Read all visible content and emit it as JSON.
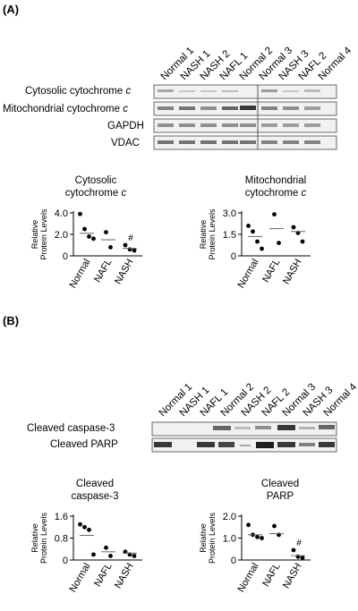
{
  "panel_a": {
    "label": "(A)",
    "lanes": [
      "Normal 1",
      "NASH 1",
      "NASH 2",
      "NAFL 1",
      "Normal 2",
      "Normal 3",
      "NASH 3",
      "NAFL 2",
      "Normal 4"
    ],
    "blot_rows": [
      {
        "label": "Cytosolic cytochrome ",
        "italic": "c"
      },
      {
        "label": "Mitochondrial cytochrome ",
        "italic": "c"
      },
      {
        "label": "GAPDH",
        "italic": ""
      },
      {
        "label": "VDAC",
        "italic": ""
      }
    ]
  },
  "panel_b": {
    "label": "(B)",
    "lanes": [
      "Normal 1",
      "NASH 1",
      "NAFL 1",
      "Normal 2",
      "NASH 2",
      "NAFL 2",
      "Normal 3",
      "NASH 3",
      "Normal 4"
    ],
    "blot_rows": [
      {
        "label": "Cleaved caspase-3",
        "italic": ""
      },
      {
        "label": "Cleaved PARP",
        "italic": ""
      }
    ]
  },
  "chart_data": [
    {
      "type": "scatter",
      "title": "Cytosolic cytochrome c",
      "title_lines": [
        "Cytosolic",
        "cytochrome "
      ],
      "title_italic": "c",
      "ylabel": "Relative Protein Levels",
      "ylabel_lines": [
        "Relative",
        "Protein Levels"
      ],
      "ylim": [
        0,
        4.0
      ],
      "yticks": [
        0,
        2.0,
        4.0
      ],
      "ytick_labels": [
        "0",
        "2.0",
        "4.0"
      ],
      "categories": [
        "Normal",
        "NAFL",
        "NASH"
      ],
      "points": [
        [
          3.9,
          2.5,
          1.8,
          1.6
        ],
        [
          2.2,
          0.8
        ],
        [
          1.0,
          0.6,
          0.5
        ]
      ],
      "means": [
        2.1,
        1.5,
        0.7
      ],
      "annotations": [
        {
          "category": "NASH",
          "text": "#"
        }
      ]
    },
    {
      "type": "scatter",
      "title": "Mitochondrial cytochrome c",
      "title_lines": [
        "Mitochondrial",
        "cytochrome "
      ],
      "title_italic": "c",
      "ylabel": "Relative Protein Levels",
      "ylabel_lines": [
        "Relative",
        "Protein Levels"
      ],
      "ylim": [
        0,
        3.0
      ],
      "yticks": [
        0,
        1.5,
        3.0
      ],
      "ytick_labels": [
        "0",
        "1.5",
        "3.0"
      ],
      "categories": [
        "Normal",
        "NAFL",
        "NASH"
      ],
      "points": [
        [
          2.1,
          1.7,
          1.0,
          0.5
        ],
        [
          2.9,
          0.9
        ],
        [
          2.0,
          1.6,
          1.0
        ]
      ],
      "means": [
        1.35,
        1.9,
        1.7
      ],
      "annotations": []
    },
    {
      "type": "scatter",
      "title": "Cleaved caspase-3",
      "title_lines": [
        "Cleaved",
        "caspase-3"
      ],
      "title_italic": "",
      "ylabel": "Relative Protein Levels",
      "ylabel_lines": [
        "Relative",
        "Protein Levels"
      ],
      "ylim": [
        0,
        1.6
      ],
      "yticks": [
        0,
        0.8,
        1.6
      ],
      "ytick_labels": [
        "0",
        "0.8",
        "1.6"
      ],
      "categories": [
        "Normal",
        "NAFL",
        "NASH"
      ],
      "points": [
        [
          1.3,
          1.2,
          1.1,
          0.2
        ],
        [
          0.45,
          0.15
        ],
        [
          0.3,
          0.2,
          0.15
        ]
      ],
      "means": [
        0.9,
        0.3,
        0.25
      ],
      "annotations": []
    },
    {
      "type": "scatter",
      "title": "Cleaved PARP",
      "title_lines": [
        "Cleaved",
        "PARP"
      ],
      "title_italic": "",
      "ylabel": "Relative Protein Levels",
      "ylabel_lines": [
        "Relative",
        "Protein Levels"
      ],
      "ylim": [
        0,
        2.0
      ],
      "yticks": [
        0,
        1.0,
        2.0
      ],
      "ytick_labels": [
        "0",
        "1.0",
        "2.0"
      ],
      "categories": [
        "Normal",
        "NAFL",
        "NASH"
      ],
      "points": [
        [
          1.6,
          1.15,
          1.05,
          1.0
        ],
        [
          1.55,
          1.15
        ],
        [
          0.45,
          0.15,
          0.1
        ]
      ],
      "means": [
        1.15,
        1.2,
        0.2
      ],
      "annotations": [
        {
          "category": "NASH",
          "text": "#"
        }
      ]
    }
  ]
}
